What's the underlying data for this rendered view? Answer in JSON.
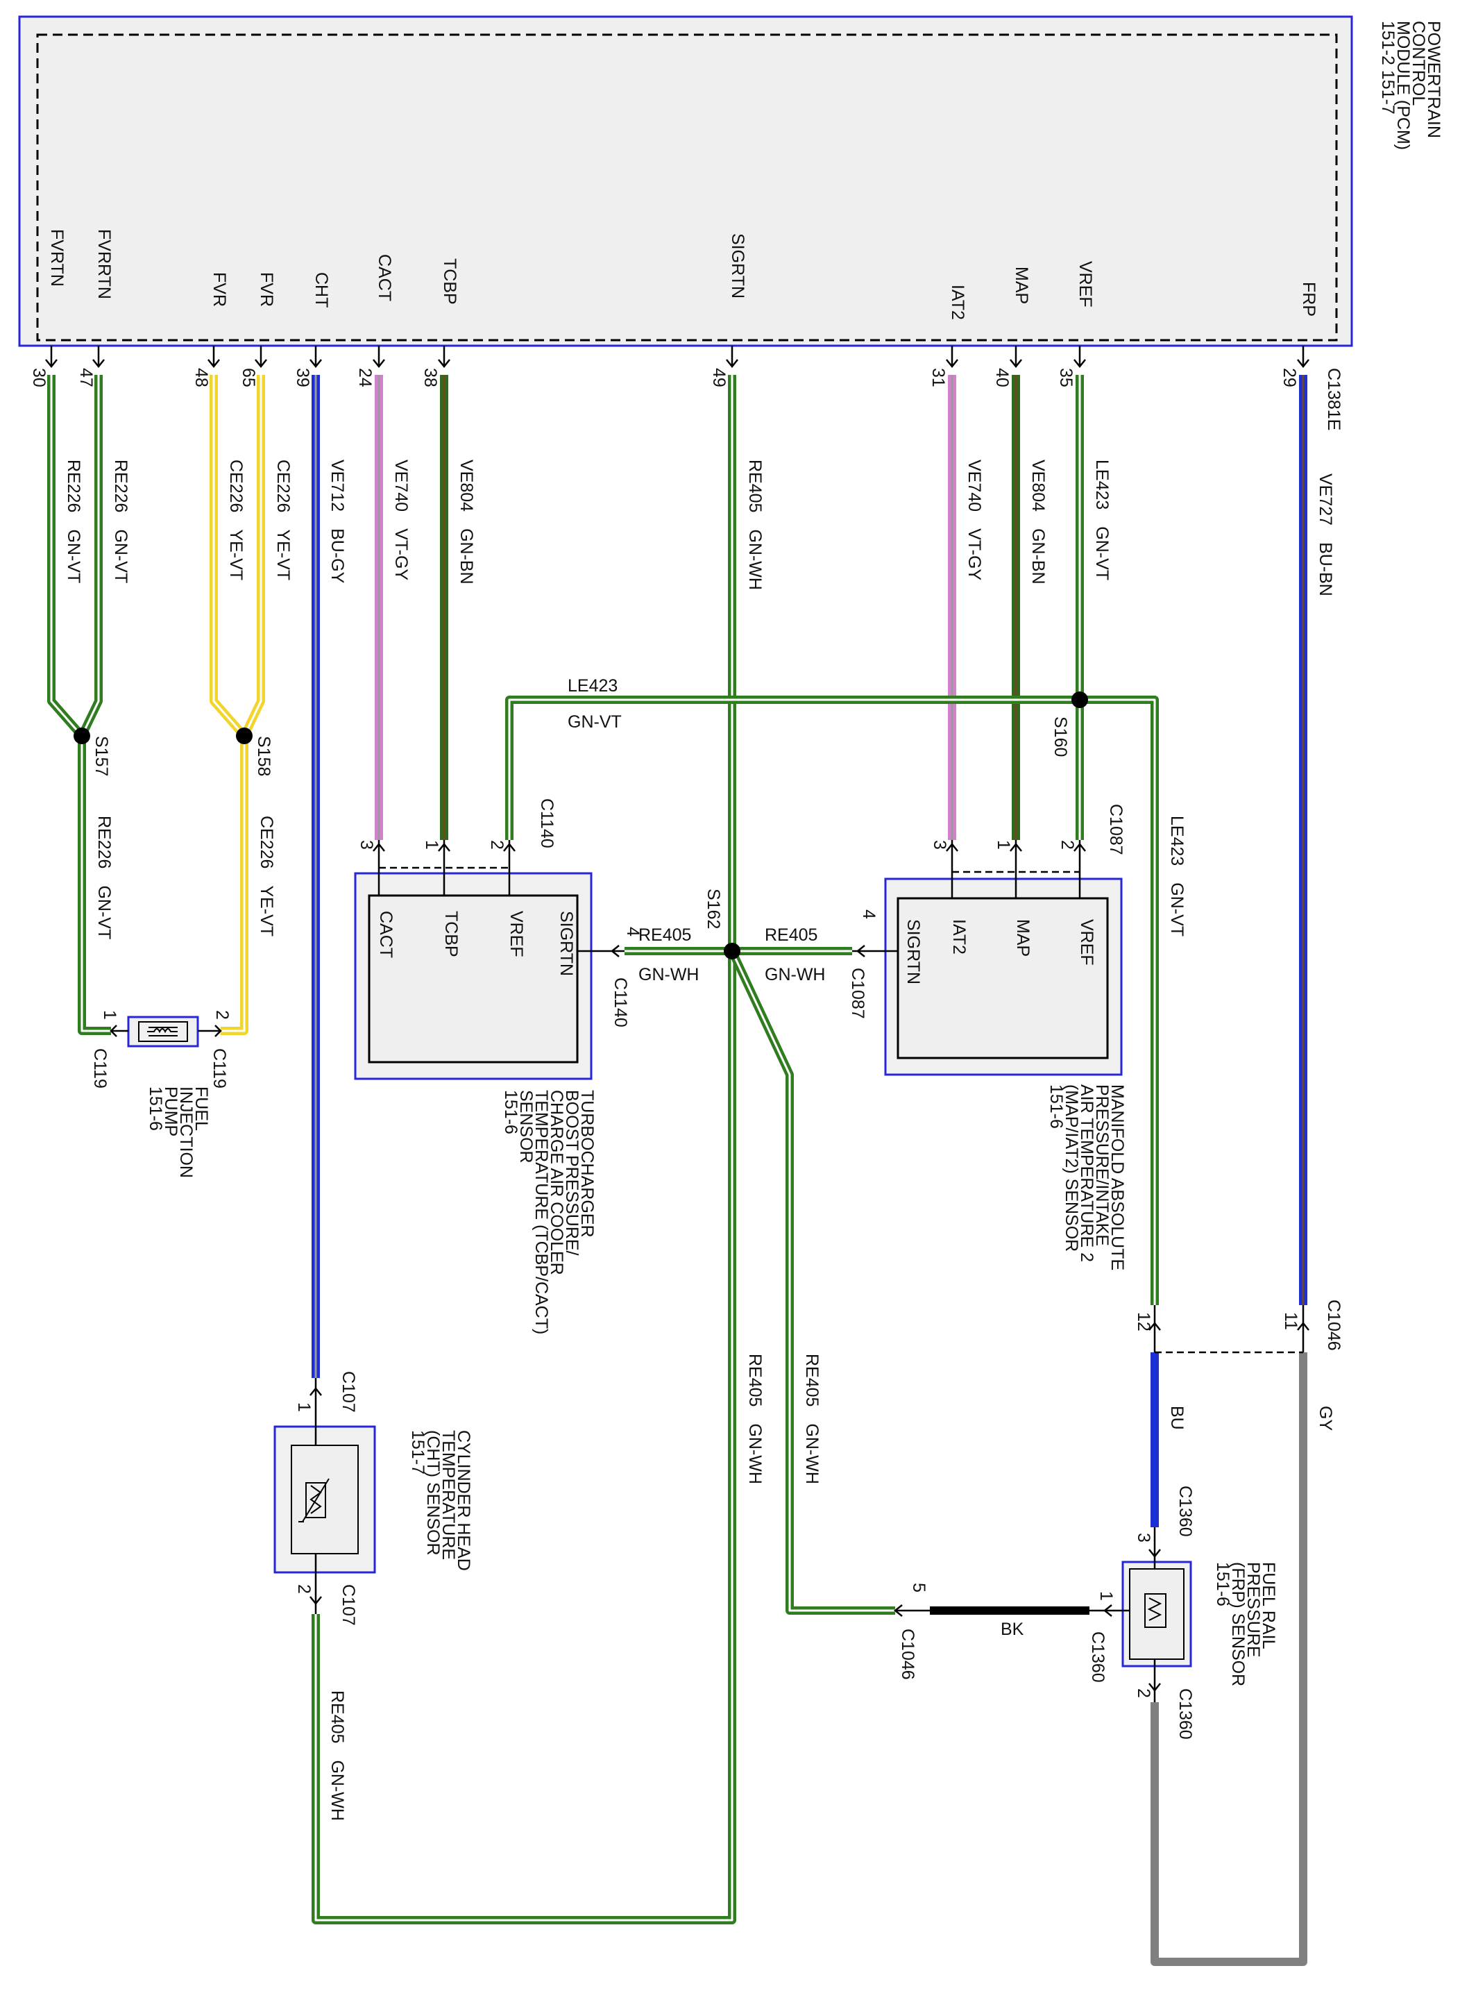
{
  "pcm": {
    "lines": [
      "POWERTRAIN",
      "CONTROL",
      "MODULE (PCM)",
      "151-2   151-7"
    ],
    "pins": [
      {
        "name": "FVRTN",
        "num": "30"
      },
      {
        "name": "FVRRTN",
        "num": "47"
      },
      {
        "name": "FVR",
        "num": "48"
      },
      {
        "name": "FVR",
        "num": "65"
      },
      {
        "name": "CHT",
        "num": "39"
      },
      {
        "name": "CACT",
        "num": "24"
      },
      {
        "name": "TCBP",
        "num": "38"
      },
      {
        "name": "SIGRTN",
        "num": "49"
      },
      {
        "name": "IAT2",
        "num": "31"
      },
      {
        "name": "MAP",
        "num": "40"
      },
      {
        "name": "VREF",
        "num": "35"
      },
      {
        "name": "FRP",
        "num": "29"
      }
    ],
    "connector": "C1381E"
  },
  "wires": [
    {
      "circuit": "RE226",
      "color_code": "GN-VT",
      "stripe": "#2f7d1f",
      "tracer": "#ffffff"
    },
    {
      "circuit": "RE226",
      "color_code": "GN-VT",
      "stripe": "#2f7d1f",
      "tracer": "#ffffff"
    },
    {
      "circuit": "CE226",
      "color_code": "YE-VT",
      "stripe": "#f2d52a",
      "tracer": "#ffffff"
    },
    {
      "circuit": "CE226",
      "color_code": "YE-VT",
      "stripe": "#f2d52a",
      "tracer": "#ffffff"
    },
    {
      "circuit": "VE712",
      "color_code": "BU-GY",
      "stripe": "#1f2fd6",
      "tracer": "#9a9a9a"
    },
    {
      "circuit": "VE740",
      "color_code": "VT-GY",
      "stripe": "#d57fd0",
      "tracer": "#9a9a9a"
    },
    {
      "circuit": "VE804",
      "color_code": "GN-BN",
      "stripe": "#2f6a1f",
      "tracer": "#6b4a1e"
    },
    {
      "circuit": "RE405",
      "color_code": "GN-WH",
      "stripe": "#2f7d1f",
      "tracer": "#ffffff"
    },
    {
      "circuit": "VE740",
      "color_code": "VT-GY",
      "stripe": "#d57fd0",
      "tracer": "#9a9a9a"
    },
    {
      "circuit": "VE804",
      "color_code": "GN-BN",
      "stripe": "#2f6a1f",
      "tracer": "#6b4a1e"
    },
    {
      "circuit": "LE423",
      "color_code": "GN-VT",
      "stripe": "#2f7d1f",
      "tracer": "#ffffff"
    },
    {
      "circuit": "VE727",
      "color_code": "BU-BN",
      "stripe": "#1f2fd6",
      "tracer": "#6b4a1e"
    }
  ],
  "splices": {
    "s157": "S157",
    "s158": "S158",
    "s160": "S160",
    "s162": "S162"
  },
  "lower_wires": {
    "re226": {
      "circuit": "RE226",
      "code": "GN-VT"
    },
    "ce226": {
      "circuit": "CE226",
      "code": "YE-VT"
    },
    "le423_bus": {
      "circuit": "LE423",
      "code": "GN-VT"
    },
    "le423_right": {
      "circuit": "LE423",
      "code": "GN-VT"
    },
    "re405_left": {
      "circuit": "RE405",
      "code": "GN-WH"
    },
    "re405_right": {
      "circuit": "RE405",
      "code": "GN-WH"
    },
    "re405_down": {
      "circuit": "RE405",
      "code": "GN-WH"
    },
    "re405_branch": {
      "circuit": "RE405",
      "code": "GN-WH"
    },
    "re405_cht": {
      "circuit": "RE405",
      "code": "GN-WH"
    },
    "bu": {
      "code": "BU"
    },
    "gy": {
      "code": "GY"
    },
    "bk": {
      "code": "BK"
    }
  },
  "fuel_pump": {
    "lines": [
      "FUEL",
      "INJECTION",
      "PUMP",
      "151-6"
    ],
    "connector": "C119",
    "pin1": "1",
    "pin2": "2"
  },
  "tcbp": {
    "lines": [
      "TURBOCHARGER",
      "BOOST PRESSURE/",
      "CHARGE AIR COOLER",
      "TEMPERATURE (TCBP/CACT)",
      "SENSOR",
      "151-6"
    ],
    "pins": [
      "CACT",
      "TCBP",
      "VREF",
      "SIGRTN"
    ],
    "pin_nums": [
      "3",
      "1",
      "2",
      "4"
    ],
    "connector": "C1140"
  },
  "map": {
    "lines": [
      "MANIFOLD ABSOLUTE",
      "PRESSURE/INTAKE",
      "AIR TEMPERATURE 2",
      "(MAP/IAT2) SENSOR",
      "151-6"
    ],
    "pins": [
      "SIGRTN",
      "IAT2",
      "MAP",
      "VREF"
    ],
    "pin_nums": [
      "4",
      "3",
      "1",
      "2"
    ],
    "connector": "C1087"
  },
  "cht": {
    "lines": [
      "CYLINDER HEAD",
      "TEMPERATURE",
      "(CHT) SENSOR",
      "151-7"
    ],
    "connector": "C107",
    "pin1": "1",
    "pin2": "2"
  },
  "frp": {
    "lines": [
      "FUEL RAIL",
      "PRESSURE",
      "(FRP) SENSOR",
      "151-6"
    ],
    "connector": "C1360",
    "pin1": "1",
    "pin2": "2",
    "pin3": "3"
  },
  "c1046": {
    "name": "C1046",
    "pin11": "11",
    "pin12": "12",
    "pin5": "5"
  }
}
